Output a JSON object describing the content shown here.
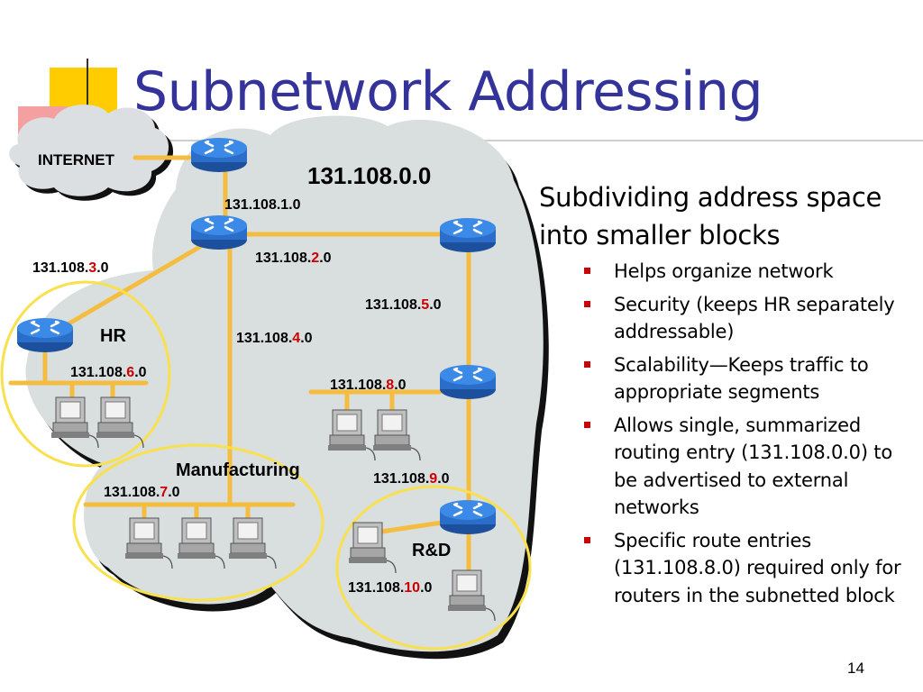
{
  "slide": {
    "title": "Subnetwork Addressing",
    "page_number": "14"
  },
  "diagram": {
    "internet_label": "INTERNET",
    "network_label": "131.108.0.0",
    "subnets": {
      "s1": {
        "prefix": "131.108.1.0",
        "highlight": "",
        "suffix": ""
      },
      "s2": {
        "prefix": "131.108.",
        "highlight": "2",
        "suffix": ".0"
      },
      "s3": {
        "prefix": "131.108.",
        "highlight": "3",
        "suffix": ".0"
      },
      "s4": {
        "prefix": "131.108.",
        "highlight": "4",
        "suffix": ".0"
      },
      "s5": {
        "prefix": "131.108.",
        "highlight": "5",
        "suffix": ".0"
      },
      "s6": {
        "prefix": "131.108.",
        "highlight": "6",
        "suffix": ".0"
      },
      "s7": {
        "prefix": "131.108.",
        "highlight": "7",
        "suffix": ".0"
      },
      "s8": {
        "prefix": "131.108.",
        "highlight": "8",
        "suffix": ".0"
      },
      "s9": {
        "prefix": "131.108.",
        "highlight": "9",
        "suffix": ".0"
      },
      "s10": {
        "prefix": "131.108.",
        "highlight": "10",
        "suffix": ".0"
      }
    },
    "zones": {
      "hr": "HR",
      "manufacturing": "Manufacturing",
      "rnd": "R&D"
    },
    "colors": {
      "cloud": "#d9dedf",
      "link": "#f5bd40",
      "zone_ring": "#f8e04e",
      "router": "#2f7bd8",
      "title": "#333399",
      "highlight": "#cc0000"
    }
  },
  "content": {
    "lead": "Subdividing address space into smaller blocks",
    "bullets": [
      "Helps organize network",
      "Security (keeps HR separately addressable)",
      "Scalability—Keeps traffic to appropriate segments",
      "Allows single, summarized routing entry (131.108.0.0) to be advertised to external networks",
      "Specific route entries (131.108.8.0) required only for routers in the subnetted block"
    ]
  }
}
